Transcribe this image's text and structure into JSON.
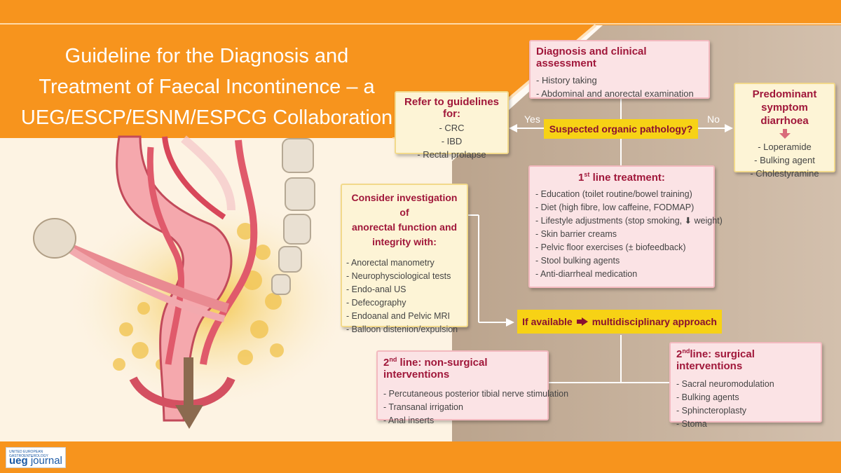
{
  "title_lines": [
    "Guideline for the Diagnosis and",
    "Treatment of Faecal Incontinence – a",
    "UEG/ESCP/ESNM/ESPCG Collaboration"
  ],
  "diagnosis": {
    "heading": "Diagnosis and clinical assessment",
    "items": [
      "- History taking",
      "- Abdominal and anorectal examination"
    ]
  },
  "refer": {
    "heading": "Refer to guidelines for:",
    "items": [
      "- CRC",
      "- IBD",
      "- Rectal prolapse"
    ]
  },
  "suspected": "Suspected organic pathology?",
  "yes_label": "Yes",
  "no_label": "No",
  "diarrhoea": {
    "heading_line1": "Predominant",
    "heading_line2": "symptom diarrhoea",
    "items": [
      "- Loperamide",
      "- Bulking agent",
      "- Cholestyramine"
    ]
  },
  "first_line": {
    "heading_prefix": "1",
    "heading_sup": "st",
    "heading_suffix": " line treatment:",
    "items": [
      "- Education (toilet routine/bowel training)",
      "- Diet (high fibre, low caffeine, FODMAP)",
      "- Lifestyle adjustments (stop smoking, ⬇ weight)",
      "- Skin barrier creams",
      "- Pelvic floor exercises (± biofeedback)",
      "- Stool bulking agents",
      "- Anti-diarrheal medication"
    ]
  },
  "investigation": {
    "heading_lines": [
      "Consider investigation of",
      "anorectal function and",
      "integrity with:"
    ],
    "items": [
      "- Anorectal manometry",
      "- Neurophysciological tests",
      "- Endo-anal US",
      "- Defecography",
      "- Endoanal and Pelvic MRI",
      "- Balloon distenion/expulsion"
    ]
  },
  "multidisciplinary": {
    "left": "If available",
    "right": "multidisciplinary approach"
  },
  "nonsurgical": {
    "heading_prefix": "2",
    "heading_sup": "nd",
    "heading_suffix": " line: non-surgical interventions",
    "items": [
      "- Percutaneous posterior tibial nerve stimulation",
      "- Transanal irrigation",
      "- Anal inserts"
    ]
  },
  "surgical": {
    "heading_prefix": "2",
    "heading_sup": "nd",
    "heading_suffix": "line: surgical interventions",
    "items": [
      "- Sacral neuromodulation",
      "- Bulking agents",
      "- Sphincteroplasty",
      "- Stoma"
    ]
  },
  "logo": {
    "small_text": "UNITED EUROPEAN GASTROENTEROLOGY",
    "ueg": "ueg",
    "journal": " journal"
  },
  "colors": {
    "orange": "#f7941d",
    "beige": "#c7b19b",
    "heading_red": "#a0173a",
    "pill_yellow": "#f7d215"
  }
}
